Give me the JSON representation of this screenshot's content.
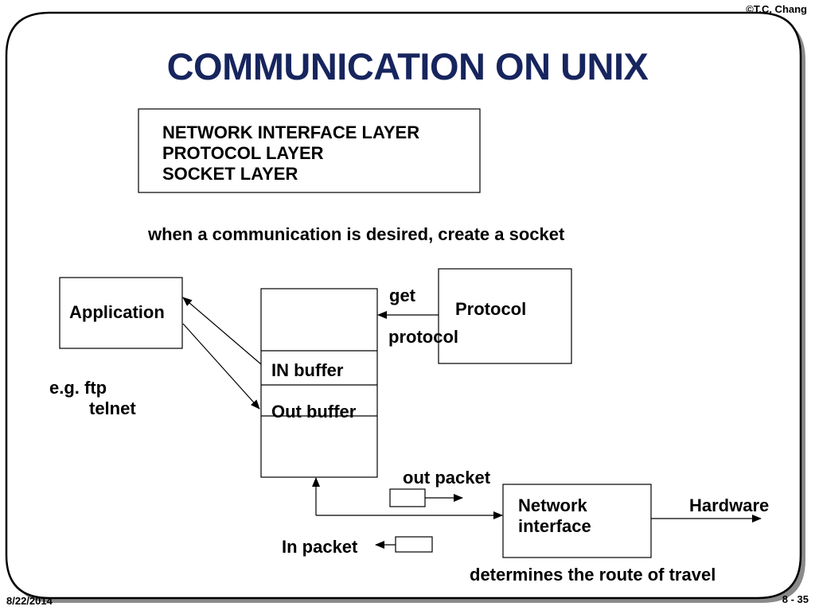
{
  "header": {
    "copyright": "©T.C. Chang"
  },
  "slide": {
    "title": "COMMUNICATION ON UNIX",
    "layers": [
      "NETWORK INTERFACE LAYER",
      "PROTOCOL LAYER",
      "SOCKET LAYER"
    ],
    "subtitle": "when a communication is desired, create a socket"
  },
  "diagram": {
    "application": "Application",
    "example_line1": "e.g. ftp",
    "example_line2": "telnet",
    "in_buffer": "IN buffer",
    "out_buffer": "Out buffer",
    "get": "get",
    "protocol_arrow_label": "protocol",
    "protocol_box": "Protocol",
    "out_packet": "out packet",
    "in_packet": "In packet",
    "network_line1": "Network",
    "network_line2": "interface",
    "hardware": "Hardware",
    "route_note": "determines the route of travel"
  },
  "footer": {
    "date": "8/22/2014",
    "page": "8 - 35"
  }
}
